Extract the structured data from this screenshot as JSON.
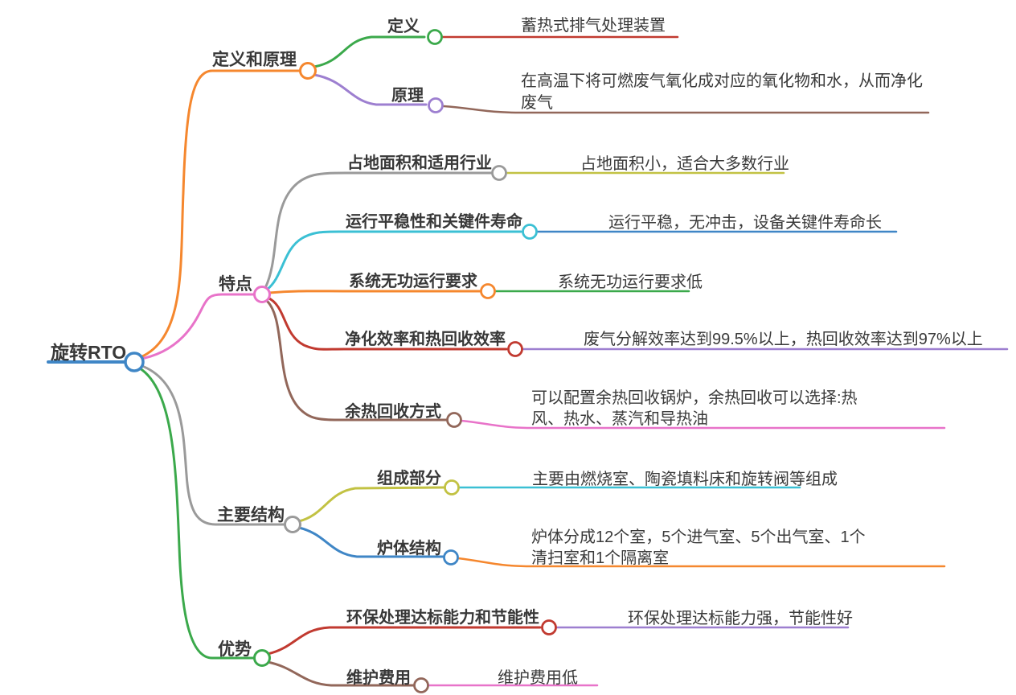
{
  "root": {
    "label": "旋转RTO"
  },
  "branches": [
    {
      "label": "定义和原理",
      "children": [
        {
          "label": "定义",
          "leaf": "蓄热式排气处理装置"
        },
        {
          "label": "原理",
          "leaf": "在高温下将可燃废气氧化成对应的氧化物和水，从而净化废气"
        }
      ]
    },
    {
      "label": "特点",
      "children": [
        {
          "label": "占地面积和适用行业",
          "leaf": "占地面积小，适合大多数行业"
        },
        {
          "label": "运行平稳性和关键件寿命",
          "leaf": "运行平稳，无冲击，设备关键件寿命长"
        },
        {
          "label": "系统无功运行要求",
          "leaf": "系统无功运行要求低"
        },
        {
          "label": "净化效率和热回收效率",
          "leaf": "废气分解效率达到99.5%以上，热回收效率达到97%以上"
        },
        {
          "label": "余热回收方式",
          "leaf": "可以配置余热回收锅炉，余热回收可以选择:热风、热水、蒸汽和导热油"
        }
      ]
    },
    {
      "label": "主要结构",
      "children": [
        {
          "label": "组成部分",
          "leaf": "主要由燃烧室、陶瓷填料床和旋转阀等组成"
        },
        {
          "label": "炉体结构",
          "leaf": "炉体分成12个室，5个进气室、5个出气室、1个清扫室和1个隔离室"
        }
      ]
    },
    {
      "label": "优势",
      "children": [
        {
          "label": "环保处理达标能力和节能性",
          "leaf": "环保处理达标能力强，节能性好"
        },
        {
          "label": "维护费用",
          "leaf": "维护费用低"
        }
      ]
    }
  ],
  "colors": {
    "blue": "#3f86c6",
    "orange": "#f5872e",
    "pink": "#e873c9",
    "gray": "#9a9a9a",
    "green": "#3ba94b",
    "cyan": "#3bc0d4",
    "red": "#c13a30",
    "brown": "#92675a",
    "purple": "#9d7fd0",
    "olive": "#c2c243",
    "text": "#3a3a3a"
  }
}
